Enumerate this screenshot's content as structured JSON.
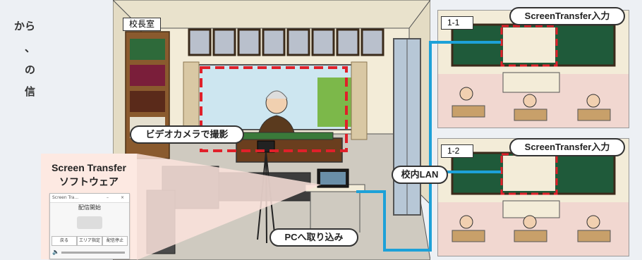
{
  "left_text": [
    "から",
    "、",
    "の",
    "信"
  ],
  "labels": {
    "principal_room": "校長室",
    "video_camera": "ビデオカメラで撮影",
    "pc_capture": "PCへ取り込み",
    "lan": "校内LAN",
    "class1": "1-1",
    "class2": "1-2",
    "st_input1": "ScreenTransfer入力",
    "st_input2": "ScreenTransfer入力"
  },
  "software": {
    "title_line1": "Screen Transfer",
    "title_line2": "ソフトウェア",
    "window_title": "Screen Tra...",
    "window_minimize": "–",
    "window_close": "×",
    "start_label": "配信開始",
    "buttons": [
      "戻る",
      "エリア指定",
      "配信停止"
    ]
  },
  "colors": {
    "lan_line": "#1da1d8",
    "dashed_frame": "#e0202a",
    "wall": "#f3ecd8",
    "floor": "#e8c4b8",
    "blackboard": "#1f5a3a",
    "panel_bg": "#fde9e2"
  }
}
